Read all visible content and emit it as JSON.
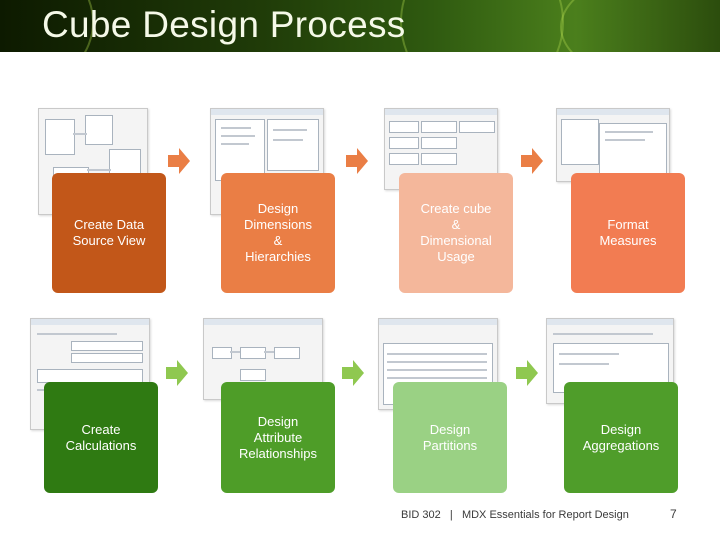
{
  "title": "Cube Design Process",
  "row1": [
    {
      "label": "Create Data\nSource View",
      "bg": "#c25719",
      "color": "#ffffff"
    },
    {
      "label": "Design\nDimensions\n&\nHierarchies",
      "bg": "#ea7e45",
      "color": "#ffffff"
    },
    {
      "label": "Create cube\n&\nDimensional\nUsage",
      "bg": "#f4b79b",
      "color": "#ffffff"
    },
    {
      "label": "Format\nMeasures",
      "bg": "#f27c52",
      "color": "#ffffff"
    }
  ],
  "row2": [
    {
      "label": "Create\nCalculations",
      "bg": "#2f7a12",
      "color": "#ffffff"
    },
    {
      "label": "Design\nAttribute\nRelationships",
      "bg": "#4e9d28",
      "color": "#ffffff"
    },
    {
      "label": "Design\nPartitions",
      "bg": "#9ad184",
      "color": "#ffffff"
    },
    {
      "label": "Design\nAggregations",
      "bg": "#4f9d2a",
      "color": "#ffffff"
    }
  ],
  "arrow_colors": {
    "row1": "#ea7e45",
    "row2": "#8fc850"
  },
  "footer": {
    "course": "BID 302",
    "separator": "|",
    "subtitle": "MDX Essentials for Report Design",
    "page": "7"
  }
}
